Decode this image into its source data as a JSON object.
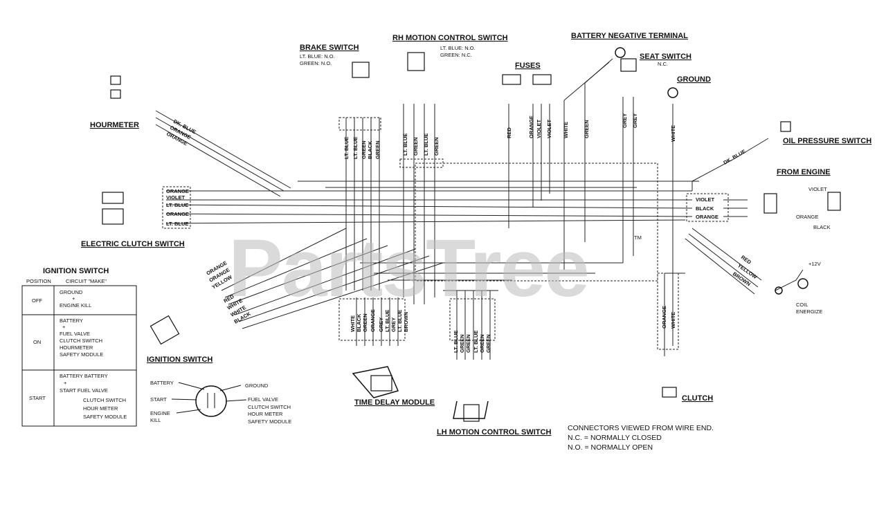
{
  "watermark": "PartsTree",
  "watermark_tm": "TM",
  "components": {
    "brake_switch": {
      "title": "BRAKE SWITCH",
      "notes": [
        "LT. BLUE: N.O.",
        "GREEN: N.O."
      ]
    },
    "rh_motion": {
      "title": "RH MOTION CONTROL SWITCH",
      "notes": [
        "LT. BLUE: N.O.",
        "GREEN: N.C."
      ]
    },
    "battery_negative": {
      "title": "BATTERY NEGATIVE TERMINAL"
    },
    "fuses": {
      "title": "FUSES"
    },
    "seat_switch": {
      "title": "SEAT SWITCH",
      "note": "N.C."
    },
    "ground": {
      "title": "GROUND"
    },
    "hourmeter": {
      "title": "HOURMETER"
    },
    "oil_pressure": {
      "title": "OIL PRESSURE SWITCH"
    },
    "from_engine": {
      "title": "FROM ENGINE",
      "wires": [
        "VIOLET",
        "ORANGE",
        "BLACK"
      ]
    },
    "electric_clutch": {
      "title": "ELECTRIC CLUTCH SWITCH"
    },
    "ignition_switch": {
      "title": "IGNITION SWITCH"
    },
    "time_delay": {
      "title": "TIME DELAY MODULE"
    },
    "lh_motion": {
      "title": "LH MOTION CONTROL SWITCH"
    },
    "clutch": {
      "title": "CLUTCH"
    },
    "coil": {
      "title": [
        "COIL",
        "ENERGIZE"
      ],
      "plus12": "+12V"
    }
  },
  "wire_labels": {
    "hourmeter": [
      "DK. BLUE",
      "ORANGE",
      "ORANGE"
    ],
    "brake": [
      "LT. BLUE",
      "LT. BLUE",
      "GREEN",
      "BLACK",
      "GREEN"
    ],
    "rh": [
      "LT. BLUE",
      "GREEN",
      "LT. BLUE",
      "GREEN"
    ],
    "fuses": [
      "RED",
      "ORANGE",
      "VIOLET",
      "VIOLET"
    ],
    "batt": [
      "WHITE",
      "GREEN"
    ],
    "seat": [
      "GREY",
      "GREY"
    ],
    "ground": "WHITE",
    "oil": "DK. BLUE",
    "engine_conn": [
      "VIOLET",
      "BLACK",
      "ORANGE"
    ],
    "clutch_sw": [
      "ORANGE",
      "VIOLET",
      "LT. BLUE",
      "ORANGE",
      "LT. BLUE"
    ],
    "ign": [
      "ORANGE",
      "ORANGE",
      "YELLOW",
      "RED",
      "WHITE",
      "WHITE",
      "BLACK"
    ],
    "tdm": [
      "WHITE",
      "BLACK",
      "GREEN",
      "ORANGE",
      "GREY",
      "LT. BLUE",
      "GREY",
      "LT. BLUE",
      "BROWN"
    ],
    "lh": [
      "LT. BLUE",
      "GREEN",
      "GREEN",
      "LT. BLUE",
      "GREEN",
      "GREEN"
    ],
    "clutch": [
      "ORANGE",
      "WHITE"
    ],
    "coil": [
      "RED",
      "YELLOW",
      "BROWN"
    ]
  },
  "ignition_table": {
    "title": "IGNITION SWITCH",
    "headers": [
      "POSITION",
      "CIRCUIT \"MAKE\""
    ],
    "rows": [
      {
        "position": "OFF",
        "circuit": [
          "GROUND",
          "+",
          "ENGINE KILL"
        ]
      },
      {
        "position": "ON",
        "circuit": [
          "BATTERY",
          "+",
          "FUEL VALVE",
          "CLUTCH SWITCH",
          "HOURMETER",
          "SAFETY MODULE"
        ]
      },
      {
        "position": "START",
        "circuit": [
          "BATTERY BATTERY",
          "+",
          "START  FUEL VALVE",
          "CLUTCH SWITCH",
          "HOUR METER",
          "SAFETY MODULE"
        ]
      }
    ]
  },
  "ignition_symbol": {
    "left": [
      "BATTERY",
      "START",
      "ENGINE",
      "KILL"
    ],
    "right": [
      "GROUND",
      "FUEL VALVE",
      "CLUTCH SWITCH",
      "HOUR METER",
      "SAFETY MODULE"
    ]
  },
  "notes": [
    "CONNECTORS VIEWED FROM WIRE END.",
    "N.C. =  NORMALLY CLOSED",
    "N.O. =  NORMALLY OPEN"
  ]
}
